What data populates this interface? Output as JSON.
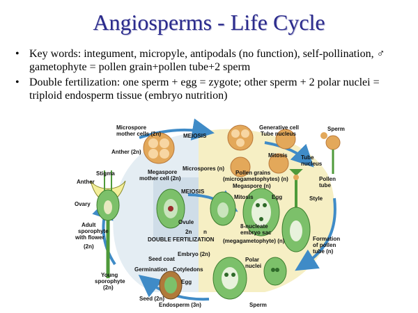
{
  "title": "Angiosperms - Life Cycle",
  "bullets": [
    "Key words: integument, micropyle, antipodals (no function), self-pollination, ♂ gametophyte = pollen grain+pollen tube+2 sperm",
    "Double fertilization: one sperm + egg = zygote; other sperm + 2 polar nuclei = triploid endosperm tissue (embryo nutrition)"
  ],
  "bullet_symbol": "•",
  "diagram": {
    "labels": {
      "microspore_mother_cells_1": "Microspore",
      "microspore_mother_cells_2": "mother cells (2n)",
      "meiosis_top": "MEIOSIS",
      "generative_cell": "Generative cell",
      "tube_nucleus_top": "Tube nucleus",
      "sperm_top": "Sperm",
      "anther_2n": "Anther (2n)",
      "mitosis_top": "Mitosis",
      "tube_nucleus_side_1": "Tube",
      "tube_nucleus_side_2": "nucleus",
      "microspores": "Microspores (n)",
      "pollen_grains_1": "Pollen grains",
      "pollen_grains_2": "(microgametophytes) (n)",
      "pollen_tube_1": "Pollen",
      "pollen_tube_2": "tube",
      "stigma": "Stigma",
      "megaspore_mother_1": "Megaspore",
      "megaspore_mother_2": "mother cell (2n)",
      "megaspore_n": "Megaspore (n)",
      "anther": "Anther",
      "meiosis_mid": "MEIOSIS",
      "mitosis_mid": "Mitosis",
      "egg_mid": "Egg",
      "style": "Style",
      "ovary": "Ovary",
      "ovule": "Ovule",
      "eight_nucleate_1": "8-nucleate",
      "eight_nucleate_2": "embryo sac",
      "eight_nucleate_3": "(megagametophyte) (n)",
      "formation_1": "Formation",
      "formation_2": "of pollen",
      "formation_3": "tube (n)",
      "adult_1": "Adult",
      "adult_2": "sporophyte",
      "adult_3": "with flower",
      "adult_4": "(2n)",
      "two_n": "2n",
      "n": "n",
      "double_fert": "DOUBLE FERTILIZATION",
      "embryo_2n": "Embryo (2n)",
      "seed_coat": "Seed coat",
      "polar_nuclei_1": "Polar",
      "polar_nuclei_2": "nuclei",
      "young_1": "Young",
      "young_2": "sporophyte",
      "young_3": "(2n)",
      "germination": "Germination",
      "cotyledons": "Cotyledons",
      "egg_bottom": "Egg",
      "seed_2n": "Seed (2n)",
      "endosperm": "Endosperm (3n)",
      "sperm_bottom": "Sperm"
    },
    "colors": {
      "haploid_bg": "#f6efc4",
      "diploid_bg": "#d9e6ef",
      "arrow": "#3f8bc7",
      "green": "#4e9a3a",
      "orange": "#e3a85a"
    }
  }
}
